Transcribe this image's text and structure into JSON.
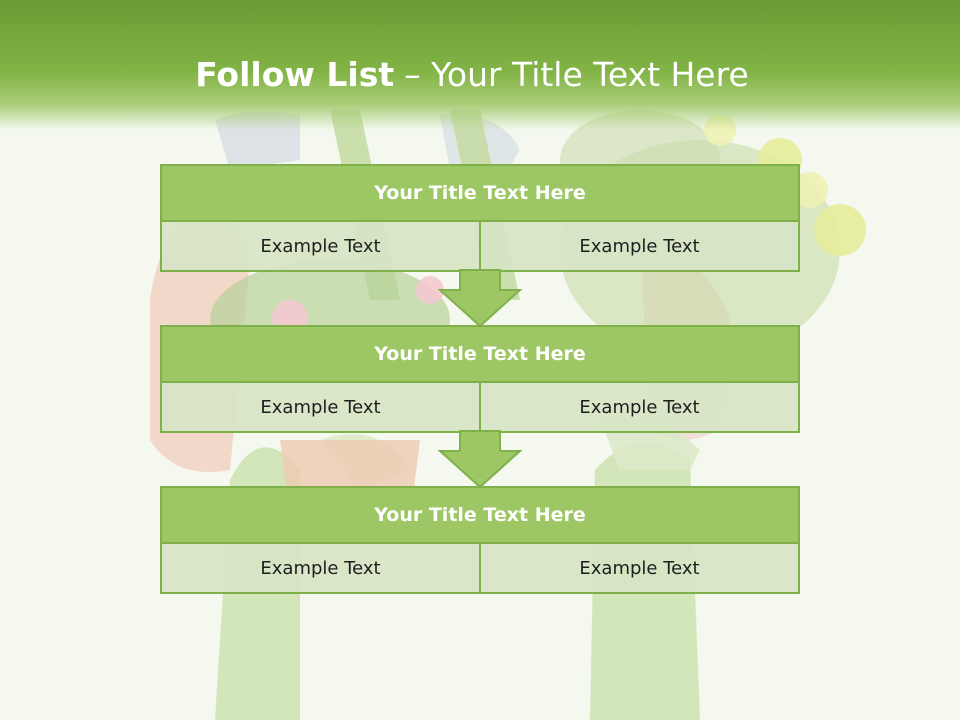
{
  "slide": {
    "title_bold": "Follow List",
    "title_rest": "– Your Title Text Here"
  },
  "colors": {
    "header": "#82b345",
    "block_title": "#9dc765",
    "block_border": "#7fb049",
    "cell_bg": "#d6e5c4",
    "arrow": "#9dc765"
  },
  "blocks": [
    {
      "title": "Your Title Text Here",
      "left": "Example Text",
      "right": "Example Text"
    },
    {
      "title": "Your Title Text Here",
      "left": "Example Text",
      "right": "Example Text"
    },
    {
      "title": "Your Title Text Here",
      "left": "Example Text",
      "right": "Example Text"
    }
  ],
  "icons": {
    "connector": "down-arrow-icon",
    "background": "gardener-photo"
  }
}
